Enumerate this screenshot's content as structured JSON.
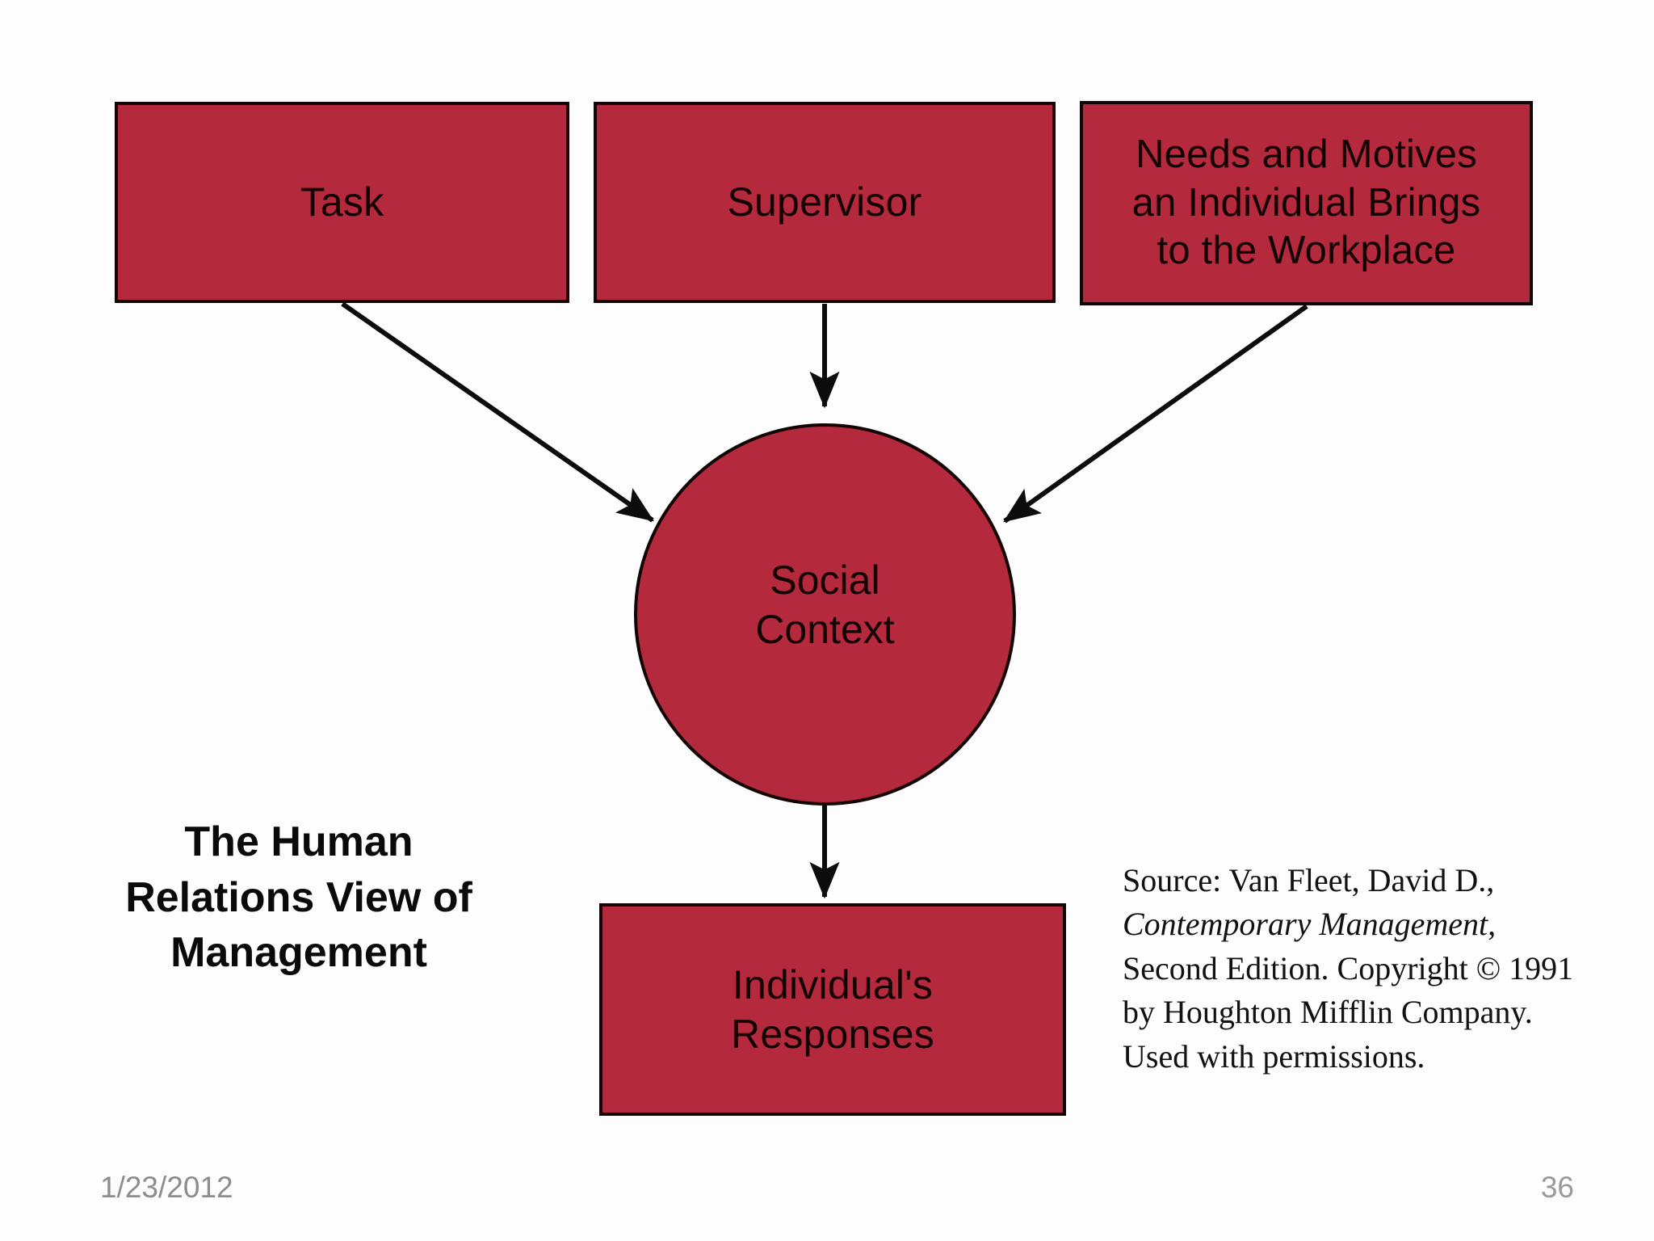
{
  "slide": {
    "title_lines": "The Human\nRelations View of\nManagement",
    "background_color": "#fdfdfd"
  },
  "diagram": {
    "accent_color": "#b5293c",
    "outline_color": "#140404",
    "nodes": {
      "task": {
        "label": "Task",
        "shape": "rectangle"
      },
      "supervisor": {
        "label": "Supervisor",
        "shape": "rectangle"
      },
      "needs": {
        "line1": "Needs and Motives",
        "line2": "an Individual Brings",
        "line3": "to the Workplace",
        "shape": "rectangle"
      },
      "social_context": {
        "line1": "Social",
        "line2": "Context",
        "shape": "circle"
      },
      "responses": {
        "line1": "Individual's",
        "line2": "Responses",
        "shape": "rectangle"
      }
    },
    "edges": [
      {
        "from": "task",
        "to": "social_context",
        "style": "solid-arrow"
      },
      {
        "from": "supervisor",
        "to": "social_context",
        "style": "solid-arrow"
      },
      {
        "from": "needs",
        "to": "social_context",
        "style": "solid-arrow"
      },
      {
        "from": "social_context",
        "to": "responses",
        "style": "solid-arrow"
      }
    ]
  },
  "source": {
    "line1": "Source: Van Fleet, David D.,",
    "line2_italic": "Contemporary Management",
    "line2_tail": ",",
    "line3": "Second Edition. Copyright © 1991",
    "line4": "by Houghton Mifflin Company.",
    "line5": "Used with permissions."
  },
  "footer": {
    "date": "1/23/2012",
    "page_number": "36"
  }
}
